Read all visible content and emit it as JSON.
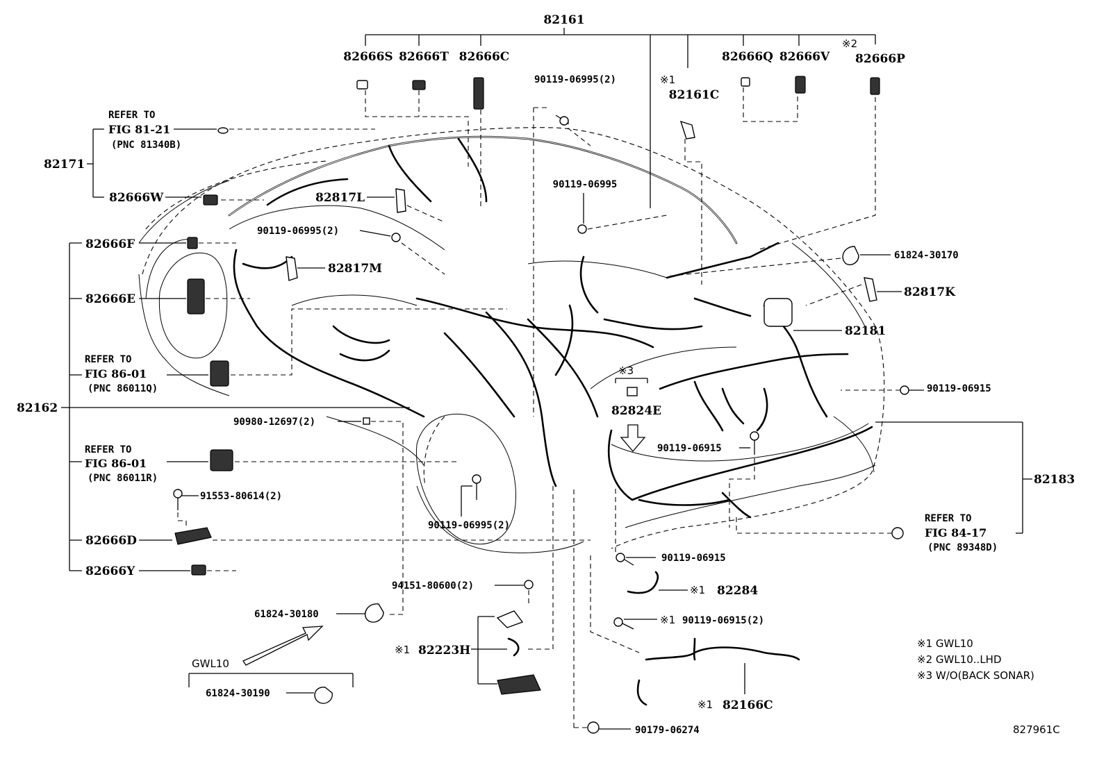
{
  "diagram_id": "827961C",
  "top_assembly": "82161",
  "part_labels": {
    "p82666S": "82666S",
    "p82666T": "82666T",
    "p82666C": "82666C",
    "p90119_06995_2_top": "90119-06995(2)",
    "note1_82161C": "※1",
    "p82161C": "82161C",
    "p82666Q": "82666Q",
    "p82666V": "82666V",
    "note2_82666P": "※2",
    "p82666P": "82666P",
    "p82171": "82171",
    "p82666W": "82666W",
    "p82817L": "82817L",
    "p90119_06995_mid": "90119-06995",
    "p90119_06995_2_left": "90119-06995(2)",
    "p82666F": "82666F",
    "p82817M": "82817M",
    "p61824_30170": "61824-30170",
    "p82817K": "82817K",
    "p82666E": "82666E",
    "p82181": "82181",
    "note3": "※3",
    "p82824E": "82824E",
    "p82162": "82162",
    "p90119_06915_right": "90119-06915",
    "p90980_12697_2": "90980-12697(2)",
    "p90119_06915_center": "90119-06915",
    "p82183": "82183",
    "p91553_80614_2": "91553-80614(2)",
    "p90119_06995_2_bottom": "90119-06995(2)",
    "p82666D": "82666D",
    "p90119_06915_lower": "90119-06915",
    "p82666Y": "82666Y",
    "p94151_80600_2": "94151-80600(2)",
    "note1_82284": "※1",
    "p82284": "82284",
    "p61824_30180": "61824-30180",
    "note1_90119_06915_2": "※1",
    "p90119_06915_2": "90119-06915(2)",
    "note1_82223H": "※1",
    "p82223H": "82223H",
    "gwl10_label": "GWL10",
    "p61824_30190": "61824-30190",
    "note1_82166C": "※1",
    "p82166C": "82166C",
    "p90179_06274": "90179-06274"
  },
  "references": {
    "ref1": {
      "line1": "REFER TO",
      "line2": "FIG 81-21",
      "line3": "(PNC 81340B)"
    },
    "ref2": {
      "line1": "REFER TO",
      "line2": "FIG 86-01",
      "line3": "(PNC 86011Q)"
    },
    "ref3": {
      "line1": "REFER TO",
      "line2": "FIG 86-01",
      "line3": "(PNC 86011R)"
    },
    "ref4": {
      "line1": "REFER TO",
      "line2": "FIG 84-17",
      "line3": "(PNC 89348D)"
    }
  },
  "legend": {
    "n1": "※1 GWL10",
    "n2": "※2 GWL10..LHD",
    "n3": "※3 W/O(BACK SONAR)"
  }
}
